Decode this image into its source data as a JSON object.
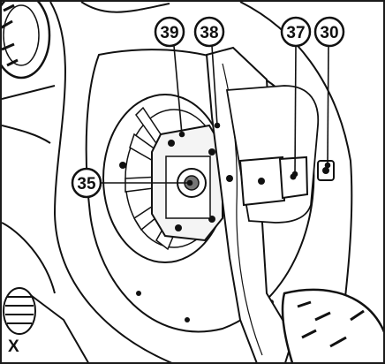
{
  "figure": {
    "callouts": [
      {
        "id": "c39",
        "label": "39"
      },
      {
        "id": "c38",
        "label": "38"
      },
      {
        "id": "c37",
        "label": "37"
      },
      {
        "id": "c30",
        "label": "30"
      },
      {
        "id": "c35",
        "label": "35"
      }
    ],
    "view_letter": "X"
  }
}
